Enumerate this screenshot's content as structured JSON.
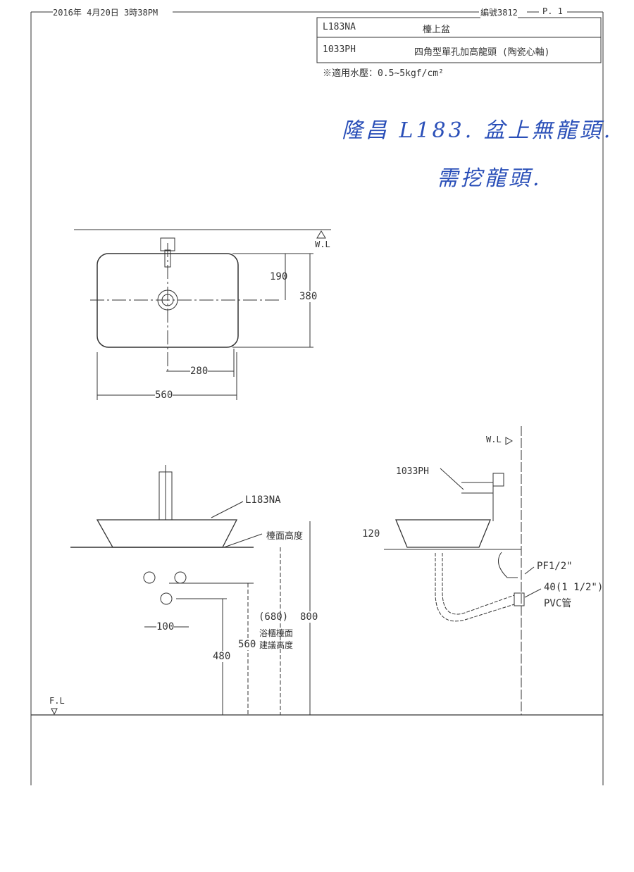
{
  "header": {
    "datetime": "2016年 4月20日 3時38PM",
    "fax_no": "編號3812",
    "page": "P. 1"
  },
  "spec_table": [
    {
      "model": "L183NA",
      "description": "檯上盆"
    },
    {
      "model": "1033PH",
      "description": "四角型單孔加高龍頭 (陶瓷心軸)"
    }
  ],
  "note": "※適用水壓：0.5~5kgf/cm²",
  "handwritten": {
    "line1": "隆昌 L183. 盆上無龍頭.",
    "line2": "需挖龍頭."
  },
  "top_view": {
    "wl": "W.L",
    "dim_190": "190",
    "dim_380": "380",
    "dim_280": "280",
    "dim_560": "560"
  },
  "front_view": {
    "basin_label": "L183NA",
    "counter_label": "檯面高度",
    "dim_680": "(680)",
    "dim_800": "800",
    "cabinet_line1": "浴櫃檯面",
    "cabinet_line2": "建議高度",
    "dim_560": "560",
    "dim_480": "480",
    "dim_100": "100",
    "fl": "F.L"
  },
  "side_view": {
    "wl": "W.L",
    "faucet_label": "1033PH",
    "dim_120": "120",
    "pf": "PF1/2\"",
    "drain": "40(1 1/2\")",
    "pvc": "PVC管"
  }
}
